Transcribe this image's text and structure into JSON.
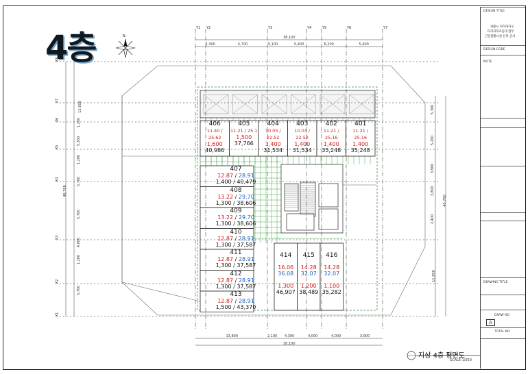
{
  "floor_label": "4층",
  "caption": "지상 4층 평면도",
  "scale": "SCALE 1/250",
  "compass_letter": "N",
  "axes_top": [
    "Y1",
    "Y2",
    "Y3",
    "Y4",
    "Y5",
    "Y6",
    "Y7"
  ],
  "axes_left": [
    "X8",
    "X7",
    "X6",
    "X5",
    "X4",
    "X3",
    "X2",
    "X1"
  ],
  "dims_top": {
    "total": "38,100",
    "parts": [
      "5,300",
      "5,700",
      "5,100",
      "5,400",
      "6,200",
      "5,400"
    ]
  },
  "dims_bottom": {
    "total": "38,100",
    "parts": [
      "13,800",
      "2,100",
      "4,300",
      "4,000",
      "4,000",
      "3,900"
    ]
  },
  "dims_left": {
    "total": "40,700",
    "parts": [
      "12,600",
      "1,200",
      "5,300",
      "1,200",
      "5,700",
      "5,700",
      "4,000",
      "1,200",
      "5,700"
    ]
  },
  "dims_right": {
    "total": "40,700",
    "parts": [
      "5,300",
      "5,200",
      "3,900",
      "3,800",
      "2,400",
      "11,800"
    ]
  },
  "top_units": [
    {
      "no": "406",
      "area": "11.40 / 25.62",
      "a": "1,600",
      "b": "40,986"
    },
    {
      "no": "405",
      "area": "11.21 / 25.1",
      "a": "1,500",
      "b": "37,766"
    },
    {
      "no": "404",
      "area": "10.03 / 22.52",
      "a": "1,400",
      "b": "31,534"
    },
    {
      "no": "403",
      "area": "10.03 / 22.52",
      "a": "1,400",
      "b": "31,534"
    },
    {
      "no": "402",
      "area": "11.21 / 25.16",
      "a": "1,400",
      "b": "35,248"
    },
    {
      "no": "401",
      "area": "11.21 / 25.16",
      "a": "1,400",
      "b": "35,248"
    }
  ],
  "left_units": [
    {
      "no": "407",
      "area_red": "12.87",
      "area_blue": "28.91",
      "price": "1,400 / 40,479"
    },
    {
      "no": "408",
      "area_red": "13.22",
      "area_blue": "29.70",
      "price": "1,300 / 38,606"
    },
    {
      "no": "409",
      "area_red": "13.22",
      "area_blue": "29.70",
      "price": "1,300 / 38,606"
    },
    {
      "no": "410",
      "area_red": "12.87",
      "area_blue": "28.91",
      "price": "1,300 / 37,587"
    },
    {
      "no": "411",
      "area_red": "12.87",
      "area_blue": "28.91",
      "price": "1,300 / 37,587"
    },
    {
      "no": "412",
      "area_red": "12.87",
      "area_blue": "28.91",
      "price": "1,300 / 37,587"
    },
    {
      "no": "413",
      "area_red": "12.87",
      "area_blue": "28.91",
      "price": "1,500 / 43,370"
    }
  ],
  "bottom_units": [
    {
      "no": "414",
      "area_red": "16.06",
      "area_blue": "36.08",
      "a": "1,300",
      "b": "46,907"
    },
    {
      "no": "415",
      "area_red": "14.28",
      "area_blue": "32.07",
      "a": "1,200",
      "b": "38,489"
    },
    {
      "no": "416",
      "area_red": "14.28",
      "area_blue": "32.07",
      "a": "1,100",
      "b": "35,282"
    }
  ],
  "title_block": {
    "design_title_label": "DESIGN TITLE",
    "project": [
      "귀릉시 하하하하구",
      "타하하대초동대 업무",
      "근린생활시설 신축 공사"
    ],
    "design_code_label": "DESIGN CODE",
    "note_label": "NOTE",
    "drawing_title_label": "DRAWING TITLE",
    "total_no_label": "TOTAL NO",
    "drawn_no_label": "DRAW NO",
    "sheet_value": "A"
  }
}
